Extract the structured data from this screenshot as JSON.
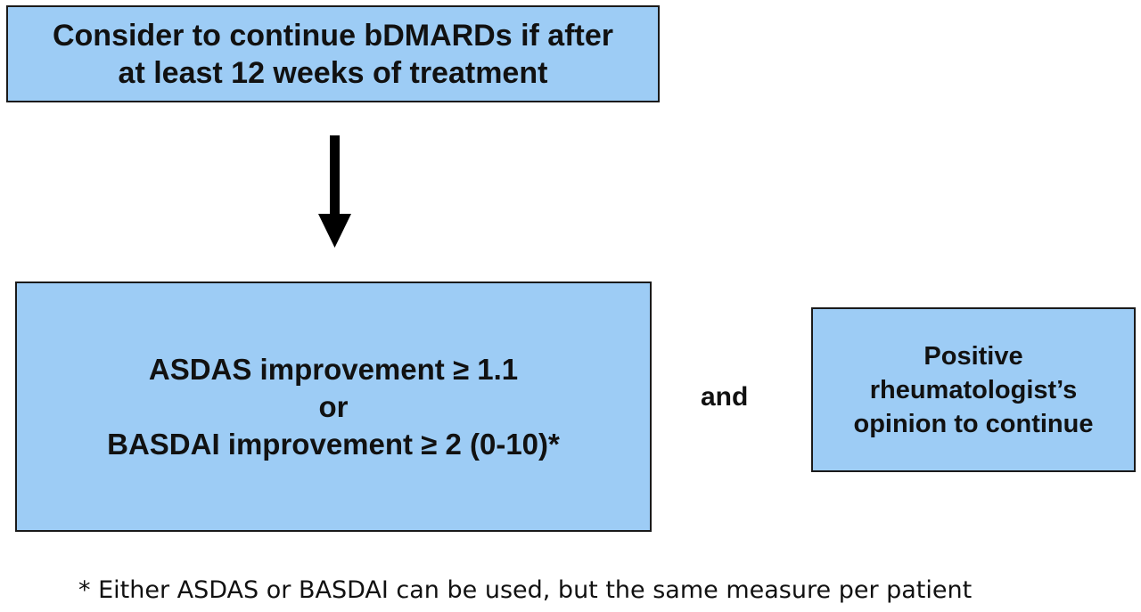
{
  "top_box": {
    "lines": [
      "Consider to continue bDMARDs if after",
      "at least 12 weeks of treatment"
    ]
  },
  "criteria_box": {
    "lines": [
      "ASDAS improvement ≥ 1.1",
      "or",
      "BASDAI improvement ≥ 2 (0-10)*"
    ]
  },
  "connector_label": "and",
  "opinion_box": {
    "lines": [
      "Positive",
      "rheumatologist’s",
      "opinion to continue"
    ]
  },
  "footnote": "* Either ASDAS or BASDAI can be used, but the same measure per patient",
  "colors": {
    "box_fill": "#9dccf5",
    "box_border": "#1a1a1a",
    "arrow": "#000000"
  }
}
